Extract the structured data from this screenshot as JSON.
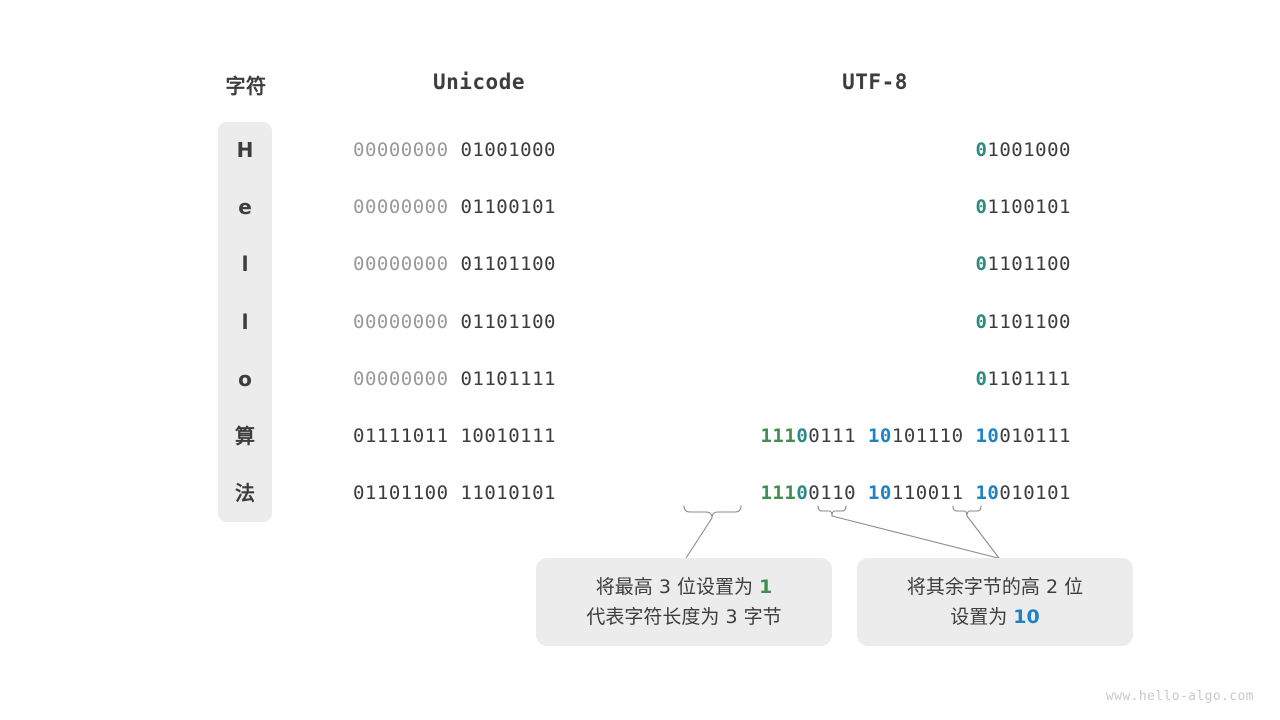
{
  "headers": {
    "character": "字符",
    "unicode": "Unicode",
    "utf8": "UTF-8"
  },
  "colors": {
    "dim_gray": "#9a9a9a",
    "dark_gray": "#3d3d3d",
    "teal": "#2b8a82",
    "green": "#3f8f4f",
    "blue": "#1d82c6",
    "chip_bg": "#ececec",
    "note_bg": "#ececec",
    "watermark": "#c9c9c9"
  },
  "rows": [
    {
      "char": "H",
      "unicode_high": "00000000",
      "unicode_low": "01001000",
      "utf8_lead_marker": "0",
      "utf8_lead_rest": "1001000",
      "utf8_cont": []
    },
    {
      "char": "e",
      "unicode_high": "00000000",
      "unicode_low": "01100101",
      "utf8_lead_marker": "0",
      "utf8_lead_rest": "1100101",
      "utf8_cont": []
    },
    {
      "char": "l",
      "unicode_high": "00000000",
      "unicode_low": "01101100",
      "utf8_lead_marker": "0",
      "utf8_lead_rest": "1101100",
      "utf8_cont": []
    },
    {
      "char": "l",
      "unicode_high": "00000000",
      "unicode_low": "01101100",
      "utf8_lead_marker": "0",
      "utf8_lead_rest": "1101100",
      "utf8_cont": []
    },
    {
      "char": "o",
      "unicode_high": "00000000",
      "unicode_low": "01101111",
      "utf8_lead_marker": "0",
      "utf8_lead_rest": "1101111",
      "utf8_cont": []
    },
    {
      "char": "算",
      "unicode_high": "01111011",
      "unicode_low": "10010111",
      "utf8_len_marker": "111",
      "utf8_lead_marker": "0",
      "utf8_lead_rest": "0111",
      "utf8_cont": [
        {
          "marker": "10",
          "rest": "101110"
        },
        {
          "marker": "10",
          "rest": "010111"
        }
      ]
    },
    {
      "char": "法",
      "unicode_high": "01101100",
      "unicode_low": "11010101",
      "utf8_len_marker": "111",
      "utf8_lead_marker": "0",
      "utf8_lead_rest": "0110",
      "utf8_cont": [
        {
          "marker": "10",
          "rest": "110011"
        },
        {
          "marker": "10",
          "rest": "010101"
        }
      ]
    }
  ],
  "notes": {
    "left": {
      "line1_a": "将最高 ",
      "line1_b": "3",
      "line1_c": " 位设置为 ",
      "line1_d": "1",
      "line2": "代表字符长度为 3 字节"
    },
    "right": {
      "line1": "将其余字节的高 2 位",
      "line2_a": "设置为 ",
      "line2_b": "10"
    }
  },
  "watermark": "www.hello-algo.com"
}
